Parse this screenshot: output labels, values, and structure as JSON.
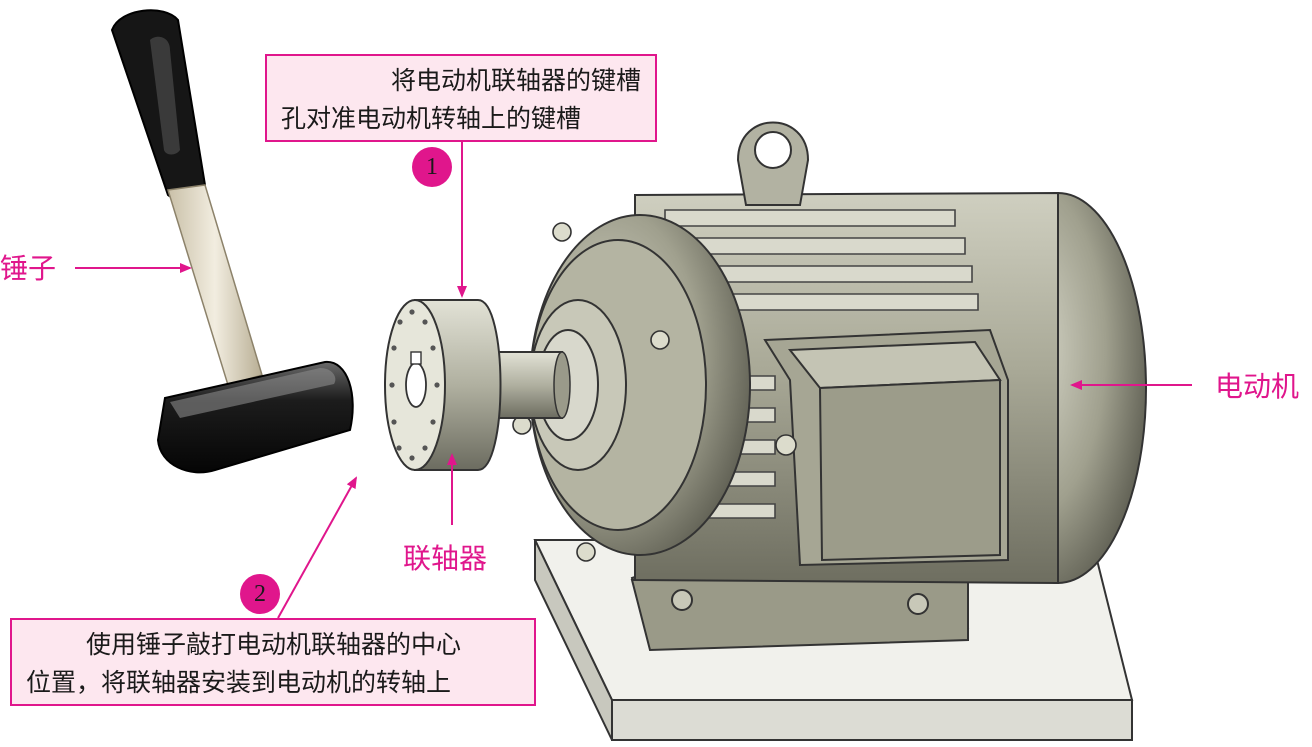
{
  "labels": {
    "hammer": "锤子",
    "motor": "电动机",
    "coupling": "联轴器"
  },
  "steps": [
    {
      "number": "1",
      "lines": [
        "将电动机联轴器的键槽",
        "孔对准电动机转轴上的键槽"
      ]
    },
    {
      "number": "2",
      "lines": [
        "使用锤子敲打电动机联轴器的中心",
        "位置，将联轴器安装到电动机的转轴上"
      ]
    }
  ],
  "colors": {
    "accent": "#e0168c",
    "callout_fill": "#fde7ef",
    "motor_body": "#a4a492",
    "base": "#e8e8e2"
  }
}
